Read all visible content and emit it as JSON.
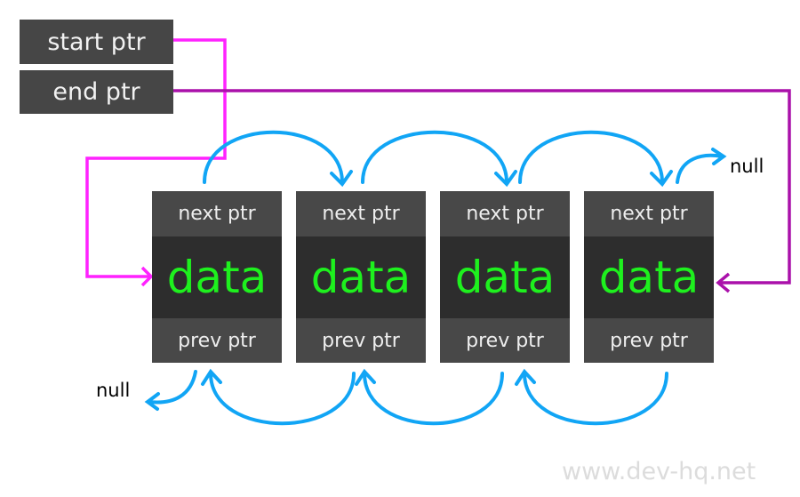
{
  "pointers": {
    "start": "start ptr",
    "end": "end ptr"
  },
  "nodes": [
    {
      "next": "next ptr",
      "data": "data",
      "prev": "prev ptr"
    },
    {
      "next": "next ptr",
      "data": "data",
      "prev": "prev ptr"
    },
    {
      "next": "next ptr",
      "data": "data",
      "prev": "prev ptr"
    },
    {
      "next": "next ptr",
      "data": "data",
      "prev": "prev ptr"
    }
  ],
  "null_labels": {
    "next_end": "null",
    "prev_end": "null"
  },
  "watermark": "www.dev-hq.net",
  "colors": {
    "start_line": "#ff22ff",
    "end_line": "#aa11aa",
    "arrows": "#11a5f5",
    "data_text": "#1ef01e"
  }
}
